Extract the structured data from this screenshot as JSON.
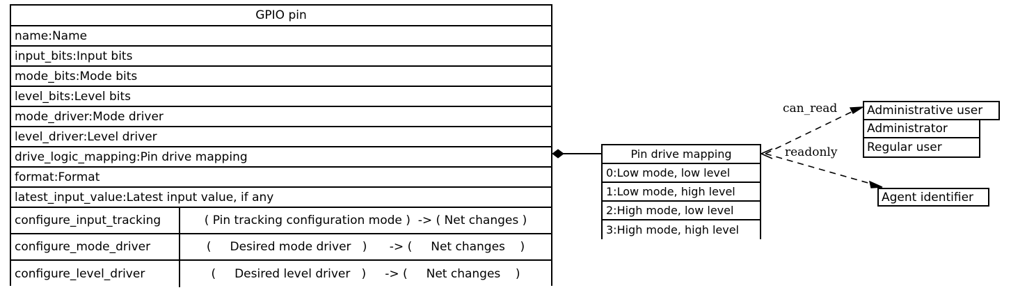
{
  "diagram": {
    "type": "uml-class-diagram",
    "background": "#ffffff",
    "line_color": "#000000"
  },
  "gpio_class": {
    "title": "GPIO pin",
    "attributes": [
      "name:Name",
      "input_bits:Input bits",
      "mode_bits:Mode bits",
      "level_bits:Level bits",
      "mode_driver:Mode driver",
      "level_driver:Level driver",
      "drive_logic_mapping:Pin drive mapping",
      "format:Format",
      "latest_input_value:Latest input value, if any"
    ],
    "methods": [
      {
        "name": "configure_input_tracking",
        "signature": "( Pin tracking configuration mode )  -> ( Net changes )"
      },
      {
        "name": "configure_mode_driver",
        "signature": "(     Desired mode driver   )      -> (     Net changes    )"
      },
      {
        "name": "configure_level_driver",
        "signature": "(     Desired level driver   )     -> (     Net changes    )"
      }
    ]
  },
  "pin_drive_mapping": {
    "title": "Pin drive mapping",
    "values": [
      "0:Low mode, low level",
      "1:Low mode, high level",
      "2:High mode, low level",
      "3:High mode, high level"
    ]
  },
  "administrative_user": {
    "title": "Administrative user",
    "values": [
      "Administrator",
      "Regular user"
    ]
  },
  "agent_identifier": {
    "title": "Agent identifier"
  },
  "edges": [
    {
      "name": "composition",
      "from": "gpio_class.drive_logic_mapping",
      "to": "pin_drive_mapping",
      "style": "solid",
      "source_marker": "filled-diamond",
      "label": ""
    },
    {
      "name": "can-read",
      "from": "pin_drive_mapping",
      "to": "administrative_user",
      "style": "dashed",
      "target_marker": "open-arrow",
      "label": "can_read"
    },
    {
      "name": "readonly",
      "from": "pin_drive_mapping",
      "to": "agent_identifier",
      "style": "dashed",
      "target_marker": "open-arrow",
      "label": "readonly"
    }
  ]
}
